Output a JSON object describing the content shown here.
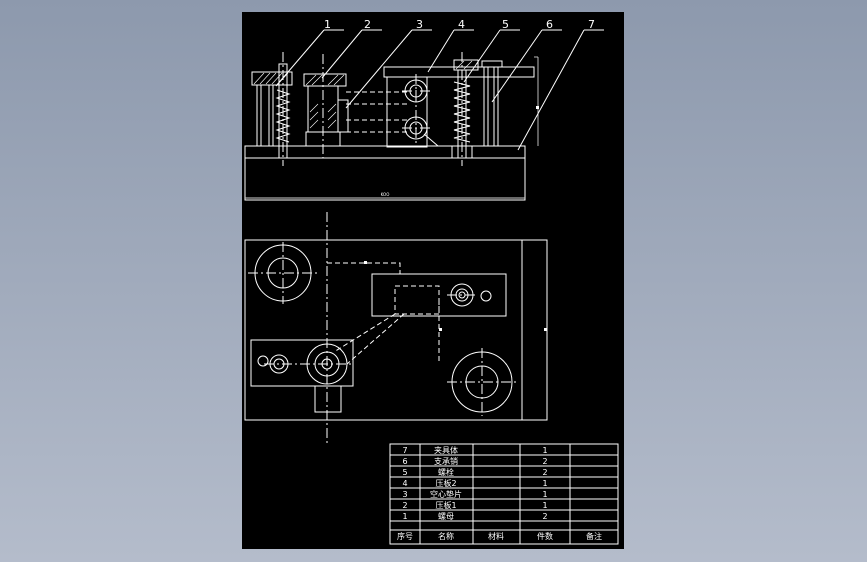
{
  "balloons": [
    "1",
    "2",
    "3",
    "4",
    "5",
    "6",
    "7"
  ],
  "dimension_text": "KOO",
  "bom": {
    "rows": [
      [
        "7",
        "夹具体",
        "",
        "1",
        ""
      ],
      [
        "6",
        "支承销",
        "",
        "2",
        ""
      ],
      [
        "5",
        "螺栓",
        "",
        "2",
        ""
      ],
      [
        "4",
        "压板2",
        "",
        "1",
        ""
      ],
      [
        "3",
        "空心垫片",
        "",
        "1",
        ""
      ],
      [
        "2",
        "压板1",
        "",
        "1",
        ""
      ],
      [
        "1",
        "螺母",
        "",
        "2",
        ""
      ]
    ],
    "header": [
      "序号",
      "名称",
      "材料",
      "件数",
      "备注"
    ]
  },
  "colors": {
    "sheet": "#000000",
    "lines": "#ffffff",
    "background": "#9aa4b6"
  }
}
